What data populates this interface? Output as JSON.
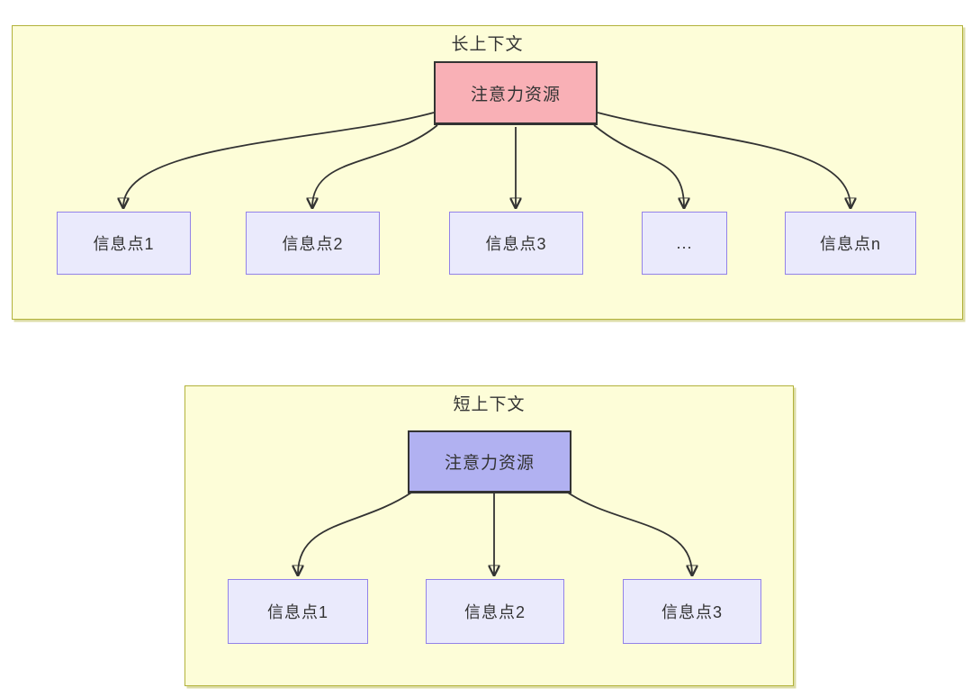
{
  "colors": {
    "section_fill": "#fdfdd8",
    "section_border": "#b2b23a",
    "attention_long_fill": "#f9b0b6",
    "attention_short_fill": "#b1b1f1",
    "attention_border": "#333333",
    "info_fill": "#eaeafc",
    "info_border": "#9282e8",
    "arrow": "#333333",
    "text": "#333333"
  },
  "long_context": {
    "title": "长上下文",
    "attention_label": "注意力资源",
    "info_boxes": [
      {
        "label": "信息点1"
      },
      {
        "label": "信息点2"
      },
      {
        "label": "信息点3"
      },
      {
        "label": "..."
      },
      {
        "label": "信息点n"
      }
    ]
  },
  "short_context": {
    "title": "短上下文",
    "attention_label": "注意力资源",
    "info_boxes": [
      {
        "label": "信息点1"
      },
      {
        "label": "信息点2"
      },
      {
        "label": "信息点3"
      }
    ]
  }
}
